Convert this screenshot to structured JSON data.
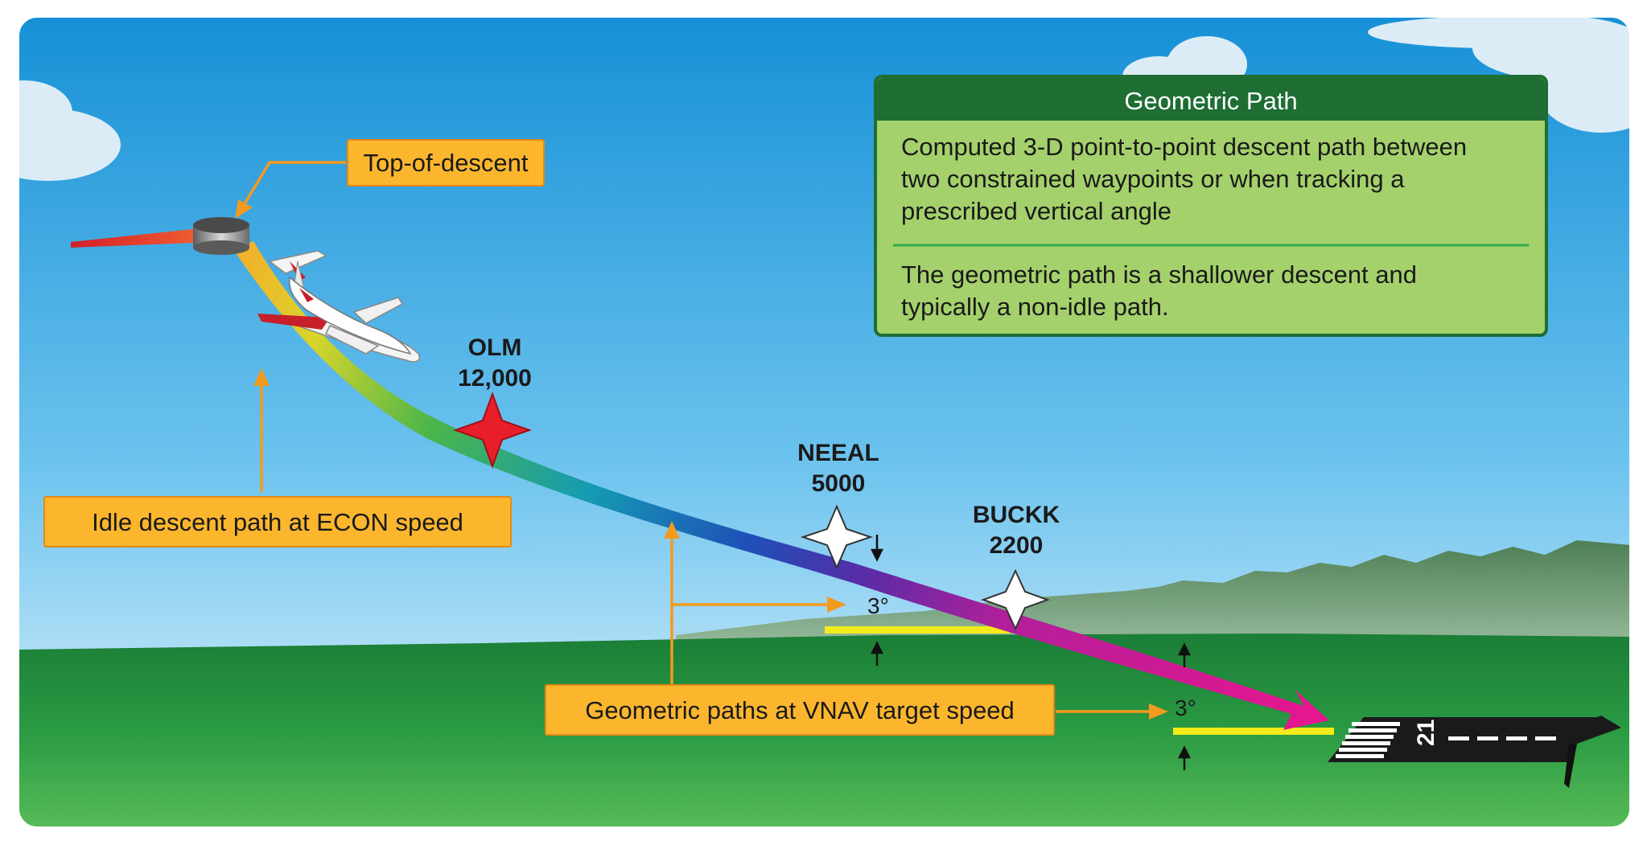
{
  "info_box": {
    "title": "Geometric Path",
    "lines_1": [
      "Computed 3-D point-to-point descent path between",
      "two constrained waypoints or when tracking a",
      "prescribed vertical angle"
    ],
    "lines_2": [
      "The geometric path is a shallower descent and",
      "typically a non-idle path."
    ]
  },
  "callouts": {
    "top_of_descent": "Top-of-descent",
    "idle_descent": "Idle descent path at ECON speed",
    "geometric_paths": "Geometric paths at VNAV target speed"
  },
  "waypoints": [
    {
      "name": "OLM",
      "altitude": "12,000"
    },
    {
      "name": "NEEAL",
      "altitude": "5000"
    },
    {
      "name": "BUCKK",
      "altitude": "2200"
    }
  ],
  "angles": {
    "first": "3°",
    "second": "3°"
  },
  "runway": {
    "number": "21"
  },
  "colors": {
    "sky_top": "#1a94d8",
    "ground": "#1f8a3c",
    "callout_fill": "#fbb62e",
    "info_header": "#1e6e34",
    "info_body": "#a4d16c",
    "arrow": "#f49a1e",
    "path_magenta": "#e0158a"
  }
}
